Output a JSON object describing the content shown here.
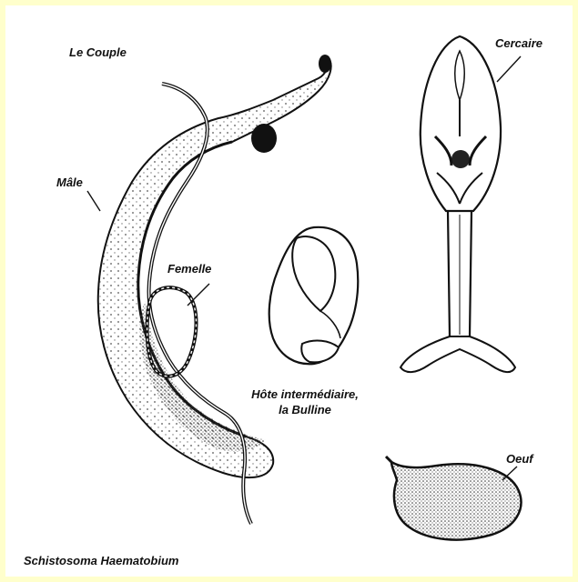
{
  "labels": {
    "couple": "Le Couple",
    "male": "Mâle",
    "female": "Femelle",
    "cercaria": "Cercaire",
    "host_line1": "Hôte intermédiaire,",
    "host_line2": "la Bulline",
    "egg": "Oeuf",
    "species": "Schistosoma Haematobium"
  },
  "colors": {
    "frame": "#ffffcc",
    "panel": "#ffffff",
    "ink": "#111111"
  }
}
